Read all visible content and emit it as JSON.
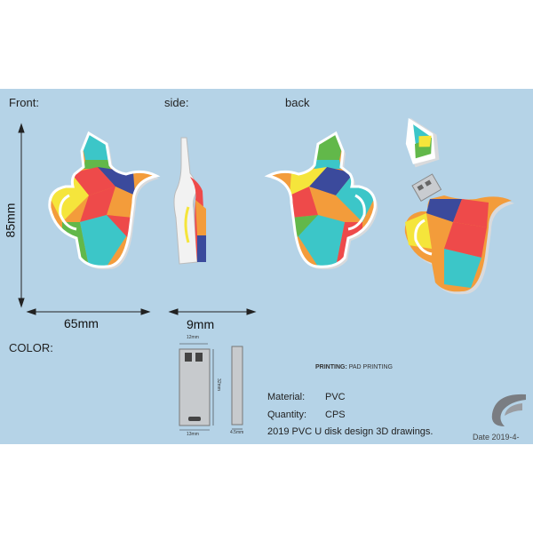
{
  "views": {
    "front": "Front:",
    "side": "side:",
    "back": "back"
  },
  "dimensions": {
    "height": "85mm",
    "width": "65mm",
    "thickness": "9mm"
  },
  "color_label": "COLOR:",
  "usb_chip": {
    "top_width": "12mm",
    "length": "32mm",
    "bottom_width": "13mm",
    "side_thickness": "4.5mm"
  },
  "printing": {
    "key": "PRINTING:",
    "value": "PAD PRINTING"
  },
  "specs": {
    "material_key": "Material:",
    "material_value": "PVC",
    "quantity_key": "Quantity:",
    "quantity_value": "CPS",
    "description": "2019 PVC U disk design 3D drawings."
  },
  "date": "Date 2019-4-",
  "palette": {
    "background": "#b5d3e7",
    "red": "#ee4a4a",
    "orange": "#f39c3b",
    "navy": "#3b4a9c",
    "teal": "#3cc6c8",
    "green": "#62b84a",
    "yellow": "#f5e53b"
  },
  "icons": {
    "logo": "swirl-logo-icon",
    "usb": "usb-chip-icon"
  }
}
